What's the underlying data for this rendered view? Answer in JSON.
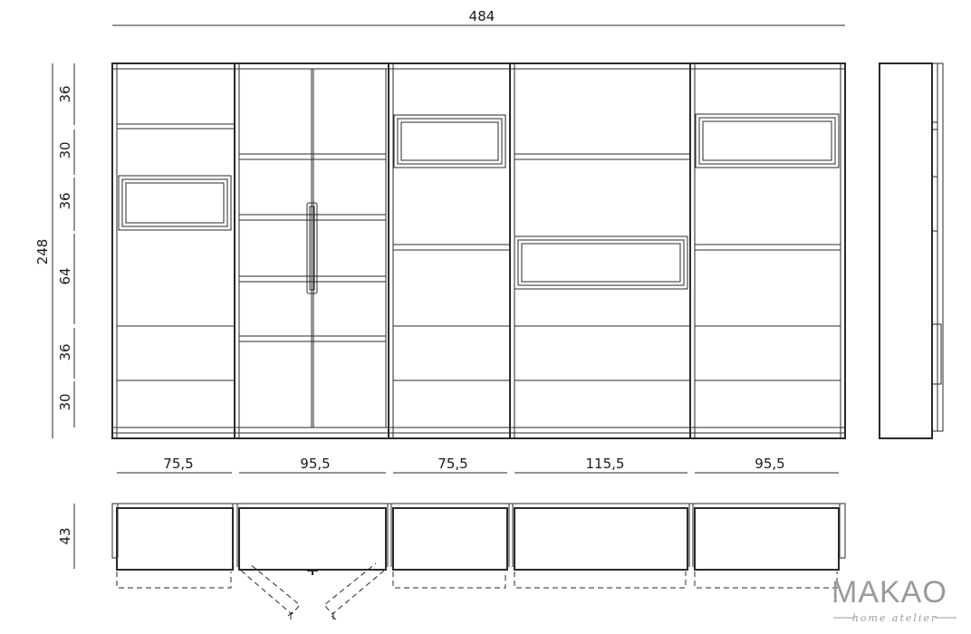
{
  "dimensions": {
    "total_width": "484",
    "total_height": "248",
    "depth": "43",
    "heights": [
      "36",
      "30",
      "36",
      "64",
      "36",
      "30"
    ],
    "widths": [
      "75,5",
      "95,5",
      "75,5",
      "115,5",
      "95,5"
    ]
  },
  "brand": {
    "name": "MAKAO",
    "tagline": "home atelier"
  }
}
